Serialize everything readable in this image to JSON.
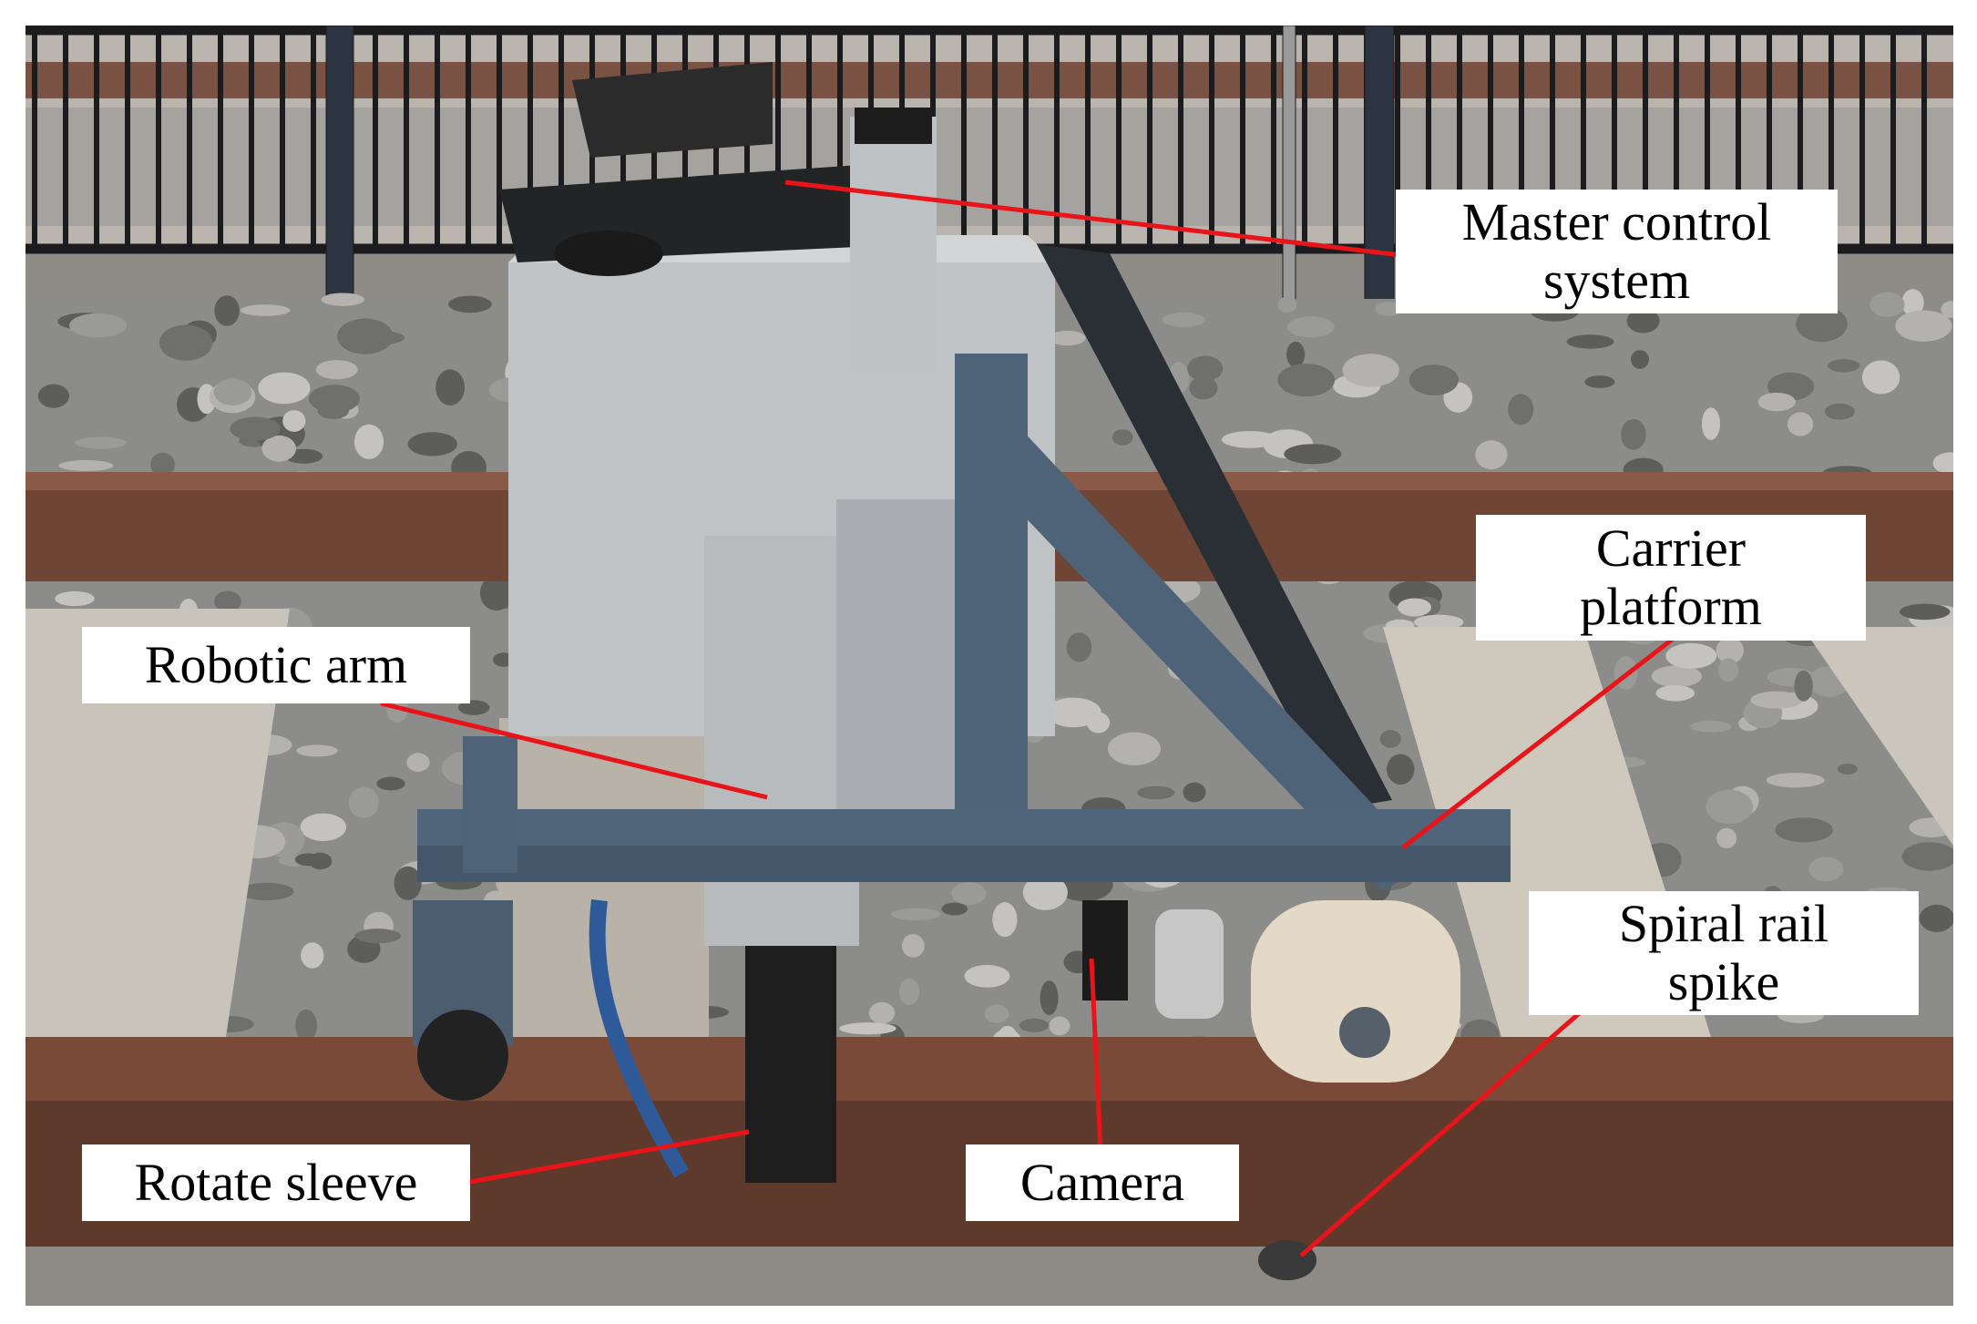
{
  "labels": {
    "master_control_system": "Master control\nsystem",
    "carrier_platform": "Carrier\nplatform",
    "robotic_arm": "Robotic arm",
    "spiral_rail_spike": "Spiral rail\nspike",
    "rotate_sleeve": "Rotate sleeve",
    "camera": "Camera"
  },
  "colors": {
    "leader_line": "#e8141a",
    "label_background": "#ffffff",
    "rail": "#6e4434",
    "robot_frame": "#4f6378",
    "aluminum": "#c4c7cb"
  }
}
